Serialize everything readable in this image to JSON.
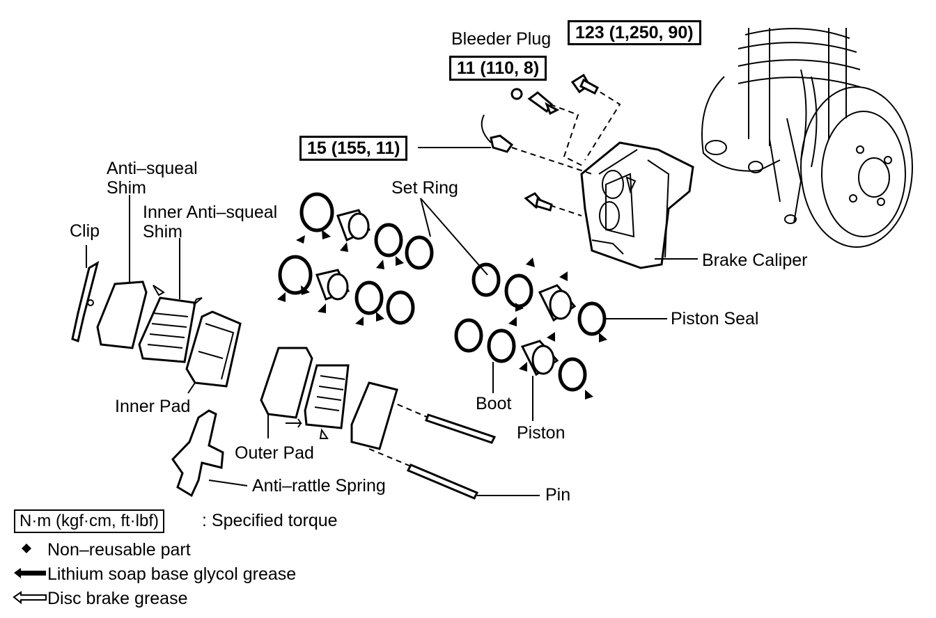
{
  "torque_values": {
    "caliper_bolt": "123 (1,250, 90)",
    "bleeder_plug": "11 (110, 8)",
    "union_bolt": "15 (155, 11)"
  },
  "labels": {
    "bleeder_plug": "Bleeder Plug",
    "anti_squeal_shim": "Anti–squeal Shim",
    "inner_anti_squeal_shim": "Inner Anti–squeal Shim",
    "clip": "Clip",
    "set_ring": "Set Ring",
    "brake_caliper": "Brake Caliper",
    "piston_seal": "Piston Seal",
    "inner_pad": "Inner Pad",
    "outer_pad": "Outer Pad",
    "boot": "Boot",
    "piston": "Piston",
    "anti_rattle_spring": "Anti–rattle Spring",
    "pin": "Pin"
  },
  "legend": {
    "torque_unit": "N·m (kgf·cm, ft·lbf)",
    "torque_desc": ": Specified torque",
    "non_reusable": "Non–reusable part",
    "lithium_grease": "Lithium soap base glycol grease",
    "disc_grease": "Disc brake grease"
  },
  "icons": {
    "non_reusable": "diamond-icon",
    "lithium_grease": "solid-arrow-icon",
    "disc_grease": "hollow-arrow-icon"
  }
}
